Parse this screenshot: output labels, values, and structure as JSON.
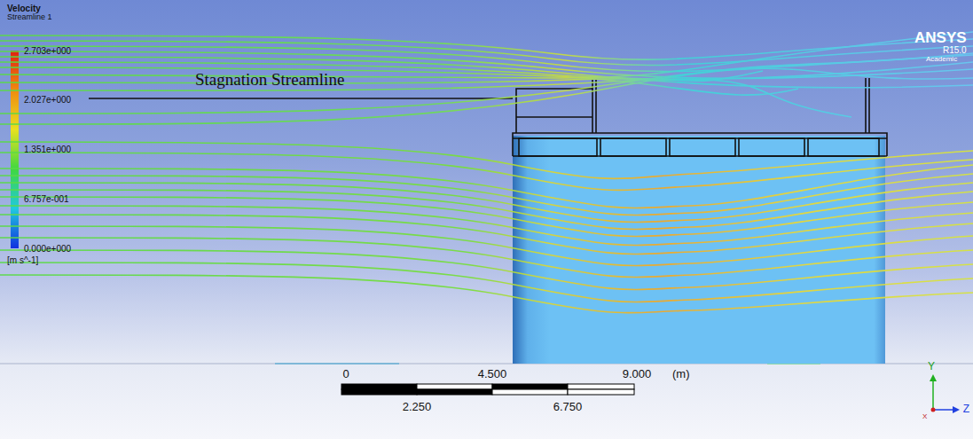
{
  "diagram": {
    "labels": [
      "Velocity",
      "Streamline 1",
      "2.703e+000",
      "2.027e+000",
      "1.351e+000",
      "6.757e-001",
      "0.000e+000",
      "[m s^-1]",
      "Stagnation Streamline",
      "ANSYS",
      "R15.0",
      "Academic",
      "0",
      "4.500",
      "9.000",
      "(m)",
      "2.250",
      "6.750",
      "Y",
      "Z",
      "X"
    ]
  }
}
